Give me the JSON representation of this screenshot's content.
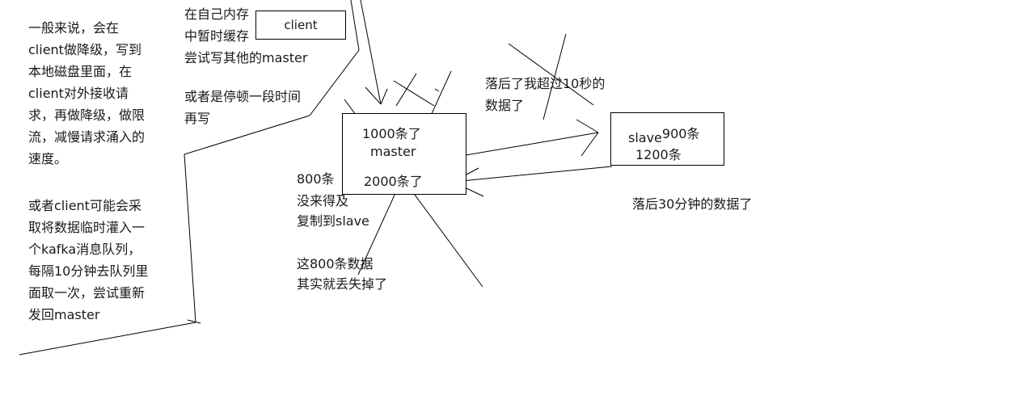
{
  "colors": {
    "background": "#ffffff",
    "line": "#000000",
    "text": "#1a1a1a"
  },
  "left_column": {
    "paragraph1": {
      "lines": [
        "一般来说，会在",
        "client做降级，写到",
        "本地磁盘里面，在",
        "client对外接收请",
        "求，再做降级，做限",
        "流，减慢请求涌入的",
        "速度。"
      ]
    },
    "paragraph2": {
      "lines": [
        "或者client可能会采",
        "取将数据临时灌入一",
        "个kafka消息队列，",
        "每隔10分钟去队列里",
        "面取一次，尝试重新",
        "发回master"
      ]
    }
  },
  "client_area": {
    "box_label": "client",
    "note_cache": {
      "lines": [
        "在自己内存",
        "中暂时缓存",
        "尝试写其他的master"
      ]
    },
    "note_pause": {
      "lines": [
        "或者是停顿一段时间",
        "再写"
      ]
    }
  },
  "master_area": {
    "count_before": "1000条了",
    "box_label": "master",
    "count_after": "2000条了",
    "note_not_replicated": {
      "lines": [
        "800条",
        "没来得及",
        "复制到slave"
      ]
    },
    "note_lost": {
      "lines": [
        "这800条数据",
        "其实就丢失掉了"
      ]
    }
  },
  "slave_area": {
    "box_label": "slave",
    "count_received": "900条",
    "count_second": "1200条",
    "note_lag_10s": {
      "lines": [
        "落后了我超过10秒的",
        "数据了"
      ]
    },
    "note_lag_30min": "落后30分钟的数据了"
  }
}
